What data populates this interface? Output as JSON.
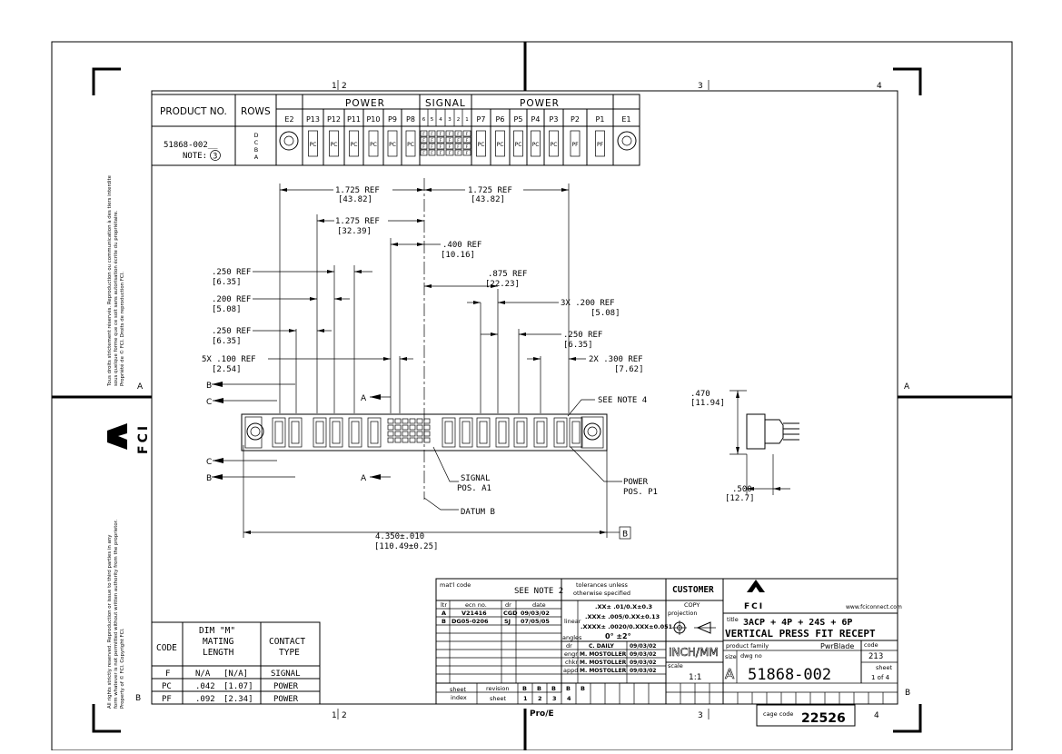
{
  "zones": {
    "top": [
      "1",
      "2",
      "3",
      "4"
    ],
    "bottom": [
      "1",
      "2",
      "3",
      "4"
    ],
    "rows": [
      "A",
      "B"
    ]
  },
  "side_text": {
    "upper": [
      "Tous droits strictement réservés. Reproduction ou communication à des tiers interdite",
      "sous quelque forme que ce soit sans autorisation écrite du propriétaire.",
      "Propriété de © FCI. Droits de reproduction FCI."
    ],
    "lower": [
      "All rights strictly reserved. Reproduction or issue to third parties in any",
      "form whatever is not permitted without written authority from the proprietor.",
      "Property of © FCI. Copyright FCI."
    ]
  },
  "logo_side": "FCI",
  "product_table": {
    "hdr_product": "PRODUCT NO.",
    "hdr_rows": "ROWS",
    "group_power": "POWER",
    "group_signal": "SIGNAL",
    "cols": [
      "E2",
      "P13",
      "P12",
      "P11",
      "P10",
      "P9",
      "P8",
      "P7",
      "P6",
      "P5",
      "P4",
      "P3",
      "P2",
      "P1",
      "E1"
    ],
    "signal_cols": [
      "6",
      "5",
      "4",
      "3",
      "2",
      "1"
    ],
    "part": "51868-002__",
    "note": "NOTE:",
    "note_num": "3",
    "row_letters": [
      "D",
      "C",
      "B",
      "A"
    ],
    "cells": [
      "PC",
      "PC",
      "PC",
      "PC",
      "PC",
      "PC",
      "PC",
      "PC",
      "PC",
      "PC",
      "PC",
      "PF",
      "PF"
    ]
  },
  "dims": {
    "d1l": "1.725  REF",
    "d1lm": "[43.82]",
    "d1r": "1.725  REF",
    "d1rm": "[43.82]",
    "d2": "1.275  REF",
    "d2m": "[32.39]",
    "d3": ".400  REF",
    "d3m": "[10.16]",
    "d4": ".250  REF",
    "d4m": "[6.35]",
    "d5": ".875  REF",
    "d5m": "[22.23]",
    "d6": ".200  REF",
    "d6m": "[5.08]",
    "d7": "3X .200  REF",
    "d7m": "[5.08]",
    "d8": ".250  REF",
    "d8m": "[6.35]",
    "d9": ".250  REF",
    "d9m": "[6.35]",
    "d10": "5X .100  REF",
    "d10m": "[2.54]",
    "d11": "2X .300  REF",
    "d11m": "[7.62]",
    "d12": ".470",
    "d12m": "[11.94]",
    "d13": ".500",
    "d13m": "[12.7]",
    "d14": "4.350±.010",
    "d14m": "[110.49±0.25]",
    "datum_box": "B"
  },
  "callouts": {
    "note4": "SEE NOTE 4",
    "signal": "SIGNAL",
    "signal2": "POS. A1",
    "power": "POWER",
    "power2": "POS. P1",
    "datum": "DATUM B",
    "section_b": "B",
    "section_c": "C",
    "section_a": "A"
  },
  "code_table": {
    "hdr_code": "CODE",
    "hdr_dim": "DIM \"M\"",
    "hdr_dim2": "MATING",
    "hdr_dim3": "LENGTH",
    "hdr_contact": "CONTACT",
    "hdr_contact2": "TYPE",
    "rows": [
      {
        "code": "F",
        "in": "N/A",
        "mm": "[N/A]",
        "type": "SIGNAL"
      },
      {
        "code": "PC",
        "in": ".042",
        "mm": "[1.07]",
        "type": "POWER"
      },
      {
        "code": "PF",
        "in": ".092",
        "mm": "[2.34]",
        "type": "POWER"
      }
    ]
  },
  "title_block": {
    "matl_label": "mat'l code",
    "matl_val": "SEE NOTE 2",
    "rev_hdr": [
      "ltr",
      "ecn no.",
      "dr",
      "date"
    ],
    "rev_rows": [
      [
        "A",
        "V21416",
        "CGD",
        "09/03/02"
      ],
      [
        "B",
        "DG05-0206",
        "SJ",
        "07/05/05"
      ]
    ],
    "tol_hdr1": "tolerances unless",
    "tol_hdr2": "otherwise specified",
    "tol_linear_label": "linear",
    "tol1": ".XX± .01/0.X±0.3",
    "tol2": ".XXX± .005/0.XX±0.13",
    "tol3": ".XXXX± .0020/0.XXX±0.051",
    "tol_angles_label": "angles",
    "tol_angle": "0° ±2°",
    "sig_rows": [
      [
        "dr",
        "C. DAILY",
        "09/03/02"
      ],
      [
        "engr",
        "M. MOSTOLLER",
        "09/03/02"
      ],
      [
        "chkr",
        "M. MOSTOLLER",
        "09/03/02"
      ],
      [
        "appd",
        "M. MOSTOLLER",
        "09/03/02"
      ]
    ],
    "customer": "CUSTOMER",
    "copy": "COPY",
    "projection": "projection",
    "units": "INCH/MM",
    "scale_label": "scale",
    "scale": "1:1",
    "sheet_index_label": "sheet",
    "sheet_index_label2": "index",
    "revision_label": "revision",
    "sheet_label": "sheet",
    "rev_index": [
      "B",
      "B",
      "B",
      "B",
      "B"
    ],
    "sheet_index": [
      "1",
      "2",
      "3",
      "4"
    ],
    "fci": "FCI",
    "web": "www.fciconnect.com",
    "title_label": "title",
    "title1": "3ACP + 4P + 24S + 6P",
    "title2": "VERTICAL PRESS FIT RECEPT",
    "family_label": "product family",
    "family": "PwrBlade",
    "code_label": "code",
    "code": "213",
    "size_label": "size",
    "size": "A",
    "dwg_label": "dwg no",
    "dwg": "51868-002",
    "sheet_l": "sheet",
    "sheet_of": "1 of 4",
    "proe": "Pro/E",
    "cage_label": "cage code",
    "cage": "22526"
  }
}
